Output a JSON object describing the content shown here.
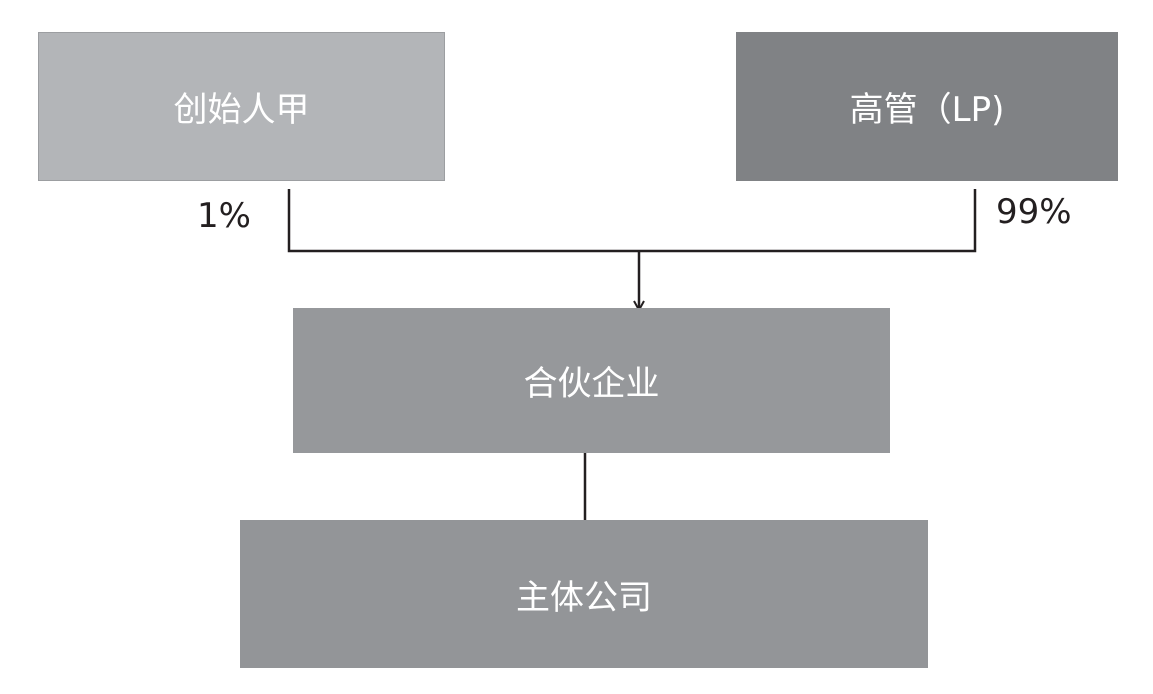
{
  "nodes": {
    "founder": "创始人甲",
    "executives": "高管（LP)",
    "partnership": "合伙企业",
    "company": "主体公司"
  },
  "edges": {
    "founder_share": "1%",
    "executives_share": "99%"
  },
  "colors": {
    "founder_box": "#b3b5b8",
    "executives_box": "#808285",
    "partnership_box": "#96989b",
    "company_box": "#939598",
    "line": "#231f20"
  }
}
